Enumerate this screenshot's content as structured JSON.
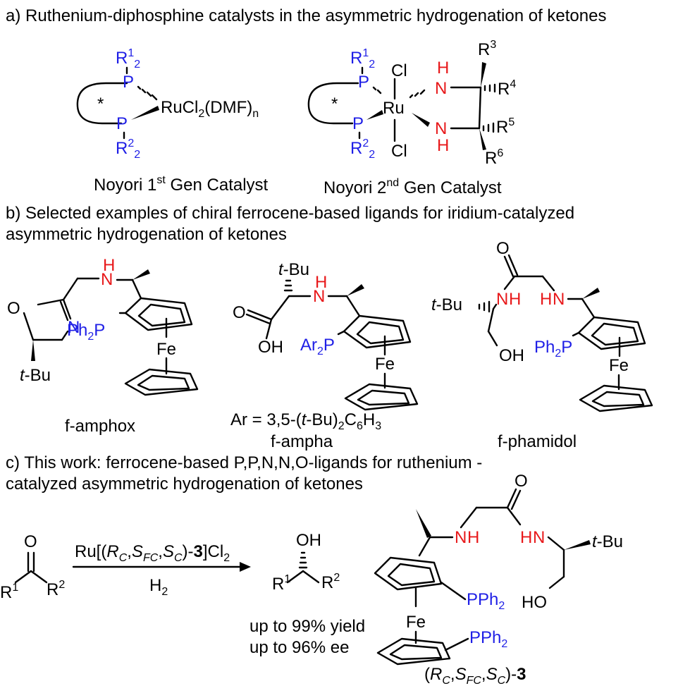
{
  "colors": {
    "phosphorus": "#1f1fe6",
    "nitrogen_label": "#e8191b",
    "bonds": "#000000"
  },
  "section_a": {
    "title": "a) Ruthenium-diphosphine catalysts in the asymmetric hydrogenation of ketones",
    "cat1": {
      "r1": "R",
      "r1_sup": "1",
      "r1_sub": "2",
      "p_top": "P",
      "p_bot": "P",
      "metal": "RuCl",
      "metal_sub": "2",
      "metal_tail": "(DMF)",
      "metal_tail_sub": "n",
      "r2": "R",
      "r2_sup": "2",
      "r2_sub": "2",
      "star": "*",
      "caption": "Noyori 1",
      "caption_sup": "st",
      "caption_tail": " Gen Catalyst"
    },
    "cat2": {
      "r1": "R",
      "r1_sup": "1",
      "r1_sub": "2",
      "p_top": "P",
      "p_bot": "P",
      "star": "*",
      "cl_top": "Cl",
      "cl_bot": "Cl",
      "metal": "Ru",
      "h_top": "H",
      "n_top": "N",
      "n_bot": "N",
      "h_bot": "H",
      "r3": "R",
      "r3_sup": "3",
      "r4": "R",
      "r4_sup": "4",
      "r5": "R",
      "r5_sup": "5",
      "r6": "R",
      "r6_sup": "6",
      "r2": "R",
      "r2_sup": "2",
      "r2_sub": "2",
      "caption": "Noyori 2",
      "caption_sup": "nd",
      "caption_tail": " Gen Catalyst"
    }
  },
  "section_b": {
    "title_line1": "b) Selected examples of chiral ferrocene-based ligands for iridium-catalyzed",
    "title_line2": "asymmetric hydrogenation of ketones",
    "amphox": {
      "o": "O",
      "n": "N",
      "nh_h": "H",
      "nh_n": "N",
      "pph": "Ph",
      "pph_sub": "2",
      "pph_tail": "P",
      "fe": "Fe",
      "tbu_it": "t",
      "tbu_tail": "-Bu",
      "name": "f-amphox"
    },
    "ampha": {
      "tbu_it": "t",
      "tbu_tail": "-Bu",
      "o": "O",
      "oh": "OH",
      "nh_h": "H",
      "nh_n": "N",
      "arp": "Ar",
      "arp_sub": "2",
      "arp_tail": "P",
      "fe": "Fe",
      "ar_def_a": "Ar = 3,5-(",
      "ar_def_it": "t",
      "ar_def_b": "-Bu)",
      "ar_def_sub1": "2",
      "ar_def_c": "C",
      "ar_def_sub2": "6",
      "ar_def_d": "H",
      "ar_def_sub3": "3",
      "name": "f-ampha"
    },
    "phamidol": {
      "o": "O",
      "nh1_n": "N",
      "nh1_h": "H",
      "hn_h": "H",
      "hn_n": "N",
      "tbu_it": "t",
      "tbu_tail": "-Bu",
      "oh": "OH",
      "pph": "Ph",
      "pph_sub": "2",
      "pph_tail": "P",
      "fe": "Fe",
      "name": "f-phamidol"
    }
  },
  "section_c": {
    "title_line1": "c) This work: ferrocene-based  P,P,N,N,O-ligands  for  ruthenium    -",
    "title_line2": "catalyzed asymmetric hydrogenation of ketones",
    "ketone": {
      "o": "O",
      "r1": "R",
      "r1_sup": "1",
      "r2": "R",
      "r2_sup": "2"
    },
    "reagent": {
      "a": "Ru[(",
      "rc": "R",
      "rc_sub": "C",
      "comma1": ",",
      "sfc": "S",
      "sfc_sub": "FC",
      "comma2": ",",
      "sc": "S",
      "sc_sub": "C",
      "b": ")-",
      "bold": "3",
      "c": "]Cl",
      "c_sub": "2"
    },
    "conditions": {
      "h": "H",
      "h_sub": "2"
    },
    "alcohol": {
      "oh": "OH",
      "r1": "R",
      "r1_sup": "1",
      "r2": "R",
      "r2_sup": "2"
    },
    "yield": "up to 99% yield",
    "ee": "up to 96% ee",
    "ligand": {
      "nh_n": "N",
      "nh_h": "H",
      "o": "O",
      "hn_h": "H",
      "hn_n": "N",
      "tbu_it": "t",
      "tbu_tail": "-Bu",
      "ho": "HO",
      "pph2_a": "PPh",
      "pph2_a_sub": "2",
      "fe": "Fe",
      "pph2_b": "PPh",
      "pph2_b_sub": "2",
      "label_a": "(",
      "rc": "R",
      "rc_sub": "C",
      "comma1": ",",
      "sfc": "S",
      "sfc_sub": "FC",
      "comma2": ",",
      "sc": "S",
      "sc_sub": "C",
      "label_b": ")-",
      "bold": "3"
    }
  }
}
